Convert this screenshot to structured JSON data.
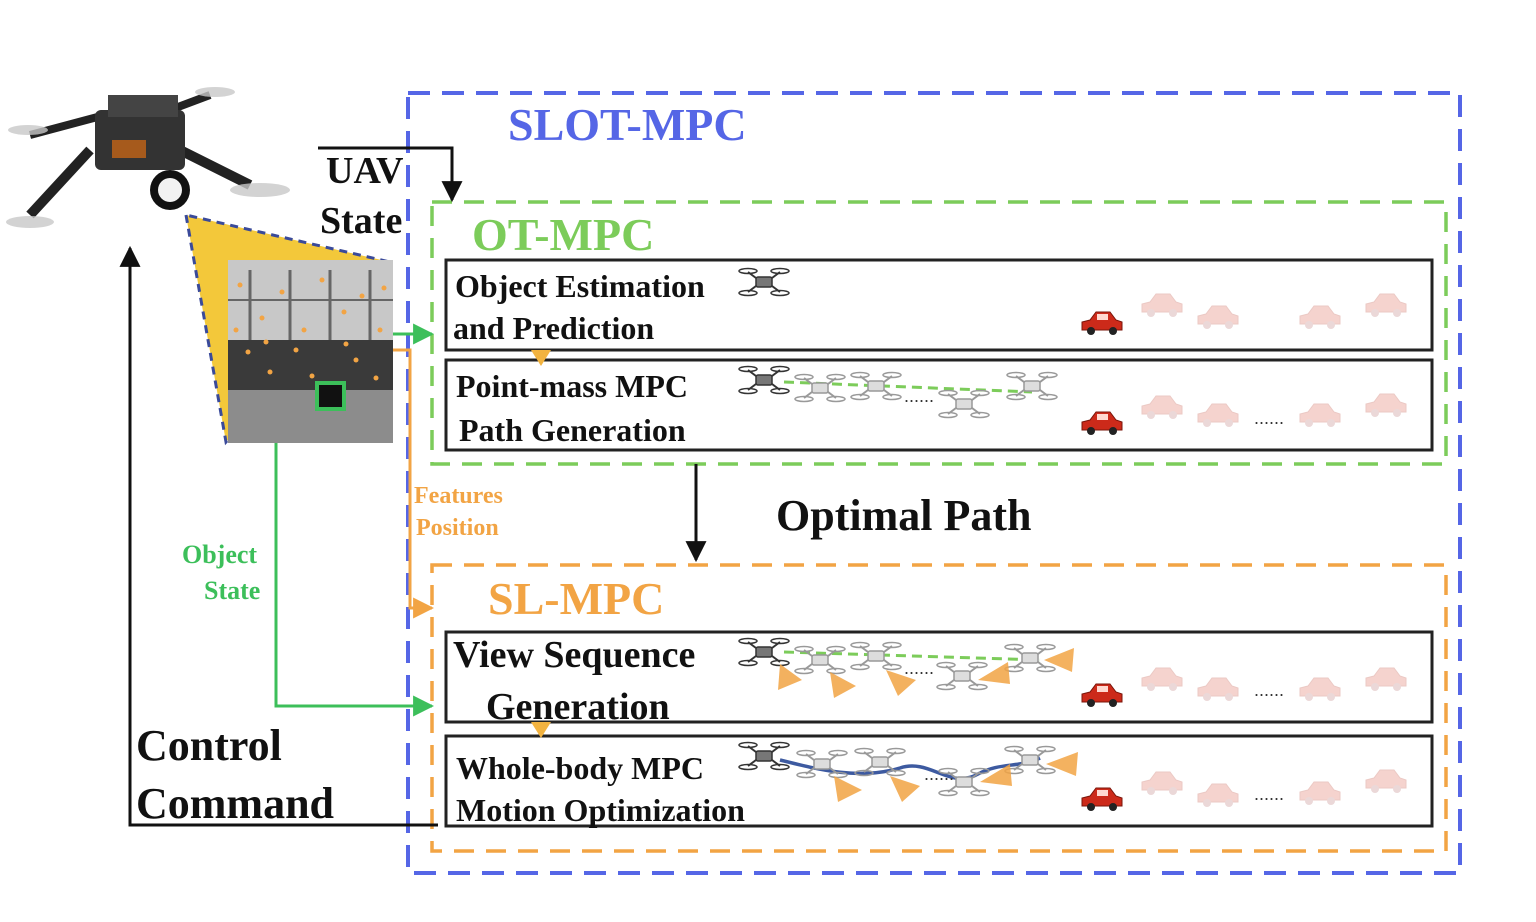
{
  "labels": {
    "slot_mpc": "SLOT-MPC",
    "ot_mpc": "OT-MPC",
    "sl_mpc": "SL-MPC",
    "optimal_path": "Optimal Path",
    "uav_state_line1": "UAV",
    "uav_state_line2": "State",
    "features_position_line1": "Features",
    "features_position_line2": "Position",
    "object_state_line1": "Object",
    "object_state_line2": "State",
    "control_command_line1": "Control",
    "control_command_line2": "Command"
  },
  "modules": [
    {
      "line1": "Object Estimation",
      "line2": "and Prediction"
    },
    {
      "line1": "Point-mass MPC",
      "line2": "Path Generation"
    },
    {
      "line1": "View Sequence",
      "line2": "Generation"
    },
    {
      "line1": "Whole-body MPC",
      "line2": "Motion Optimization"
    }
  ],
  "dots_label": "......",
  "colors": {
    "slot_blue": "#5566e6",
    "ot_green": "#7ccc5a",
    "sl_orange": "#f2a444",
    "object_state_green": "#3cbf5a",
    "fov_yellow": "#f3c83a",
    "trajectory_blue": "#3d5aa0",
    "car_red": "#cc2a1a"
  },
  "icons": [
    "quadrotor-photo-icon",
    "camera-view-image",
    "drone-icon",
    "car-icon",
    "view-cone-icon"
  ]
}
